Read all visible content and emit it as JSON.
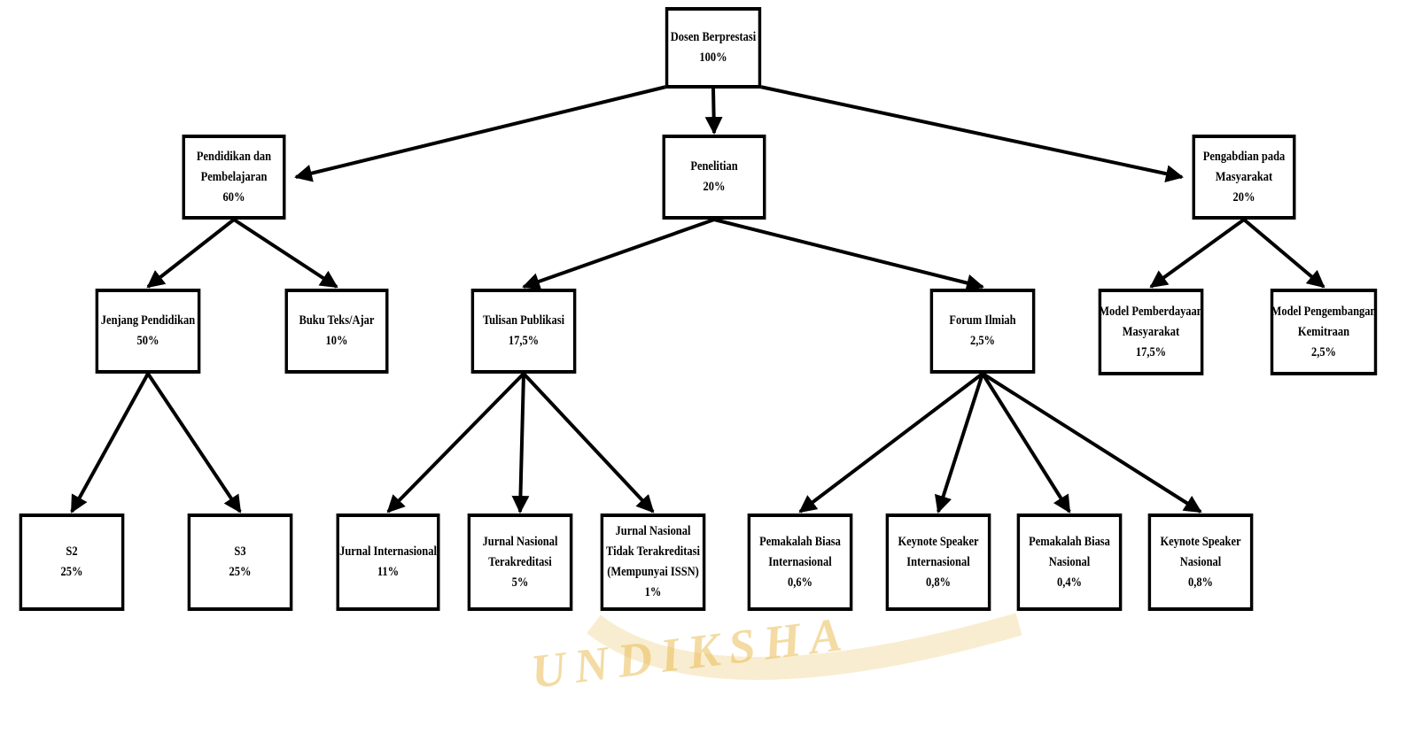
{
  "watermark": {
    "text": "UNDIKSHA",
    "color": "#e8b84a"
  },
  "colors": {
    "line": "#000000",
    "box_border": "#000000",
    "box_fill": "#ffffff",
    "text": "#000000"
  },
  "nodes": {
    "root": [
      "Dosen Berprestasi",
      "100%"
    ],
    "pendidikan": [
      "Pendidikan dan",
      "Pembelajaran",
      "60%"
    ],
    "penelitian": [
      "Penelitian",
      "20%"
    ],
    "pengabdian": [
      "Pengabdian pada",
      "Masyarakat",
      "20%"
    ],
    "jenjang": [
      "Jenjang Pendidikan",
      "50%"
    ],
    "buku": [
      "Buku Teks/Ajar",
      "10%"
    ],
    "tulisan": [
      "Tulisan Publikasi",
      "17,5%"
    ],
    "forum": [
      "Forum Ilmiah",
      "2,5%"
    ],
    "model_pemberdayaan": [
      "Model Pemberdayaan",
      "Masyarakat",
      "17,5%"
    ],
    "model_pengembangan": [
      "Model Pengembangan",
      "Kemitraan",
      "2,5%"
    ],
    "s2": [
      "S2",
      "25%"
    ],
    "s3": [
      "S3",
      "25%"
    ],
    "jurnal_internasional": [
      "Jurnal Internasional",
      "11%"
    ],
    "jurnal_nasional_terakreditasi": [
      "Jurnal Nasional",
      "Terakreditasi",
      "5%"
    ],
    "jurnal_nasional_tidak": [
      "Jurnal Nasional",
      "Tidak Terakreditasi",
      "(Mempunyai ISSN)",
      "1%"
    ],
    "pemakalah_internasional": [
      "Pemakalah Biasa",
      "Internasional",
      "0,6%"
    ],
    "keynote_internasional": [
      "Keynote Speaker",
      "Internasional",
      "0,8%"
    ],
    "pemakalah_nasional": [
      "Pemakalah Biasa",
      "Nasional",
      "0,4%"
    ],
    "keynote_nasional": [
      "Keynote Speaker",
      "Nasional",
      "0,8%"
    ]
  }
}
